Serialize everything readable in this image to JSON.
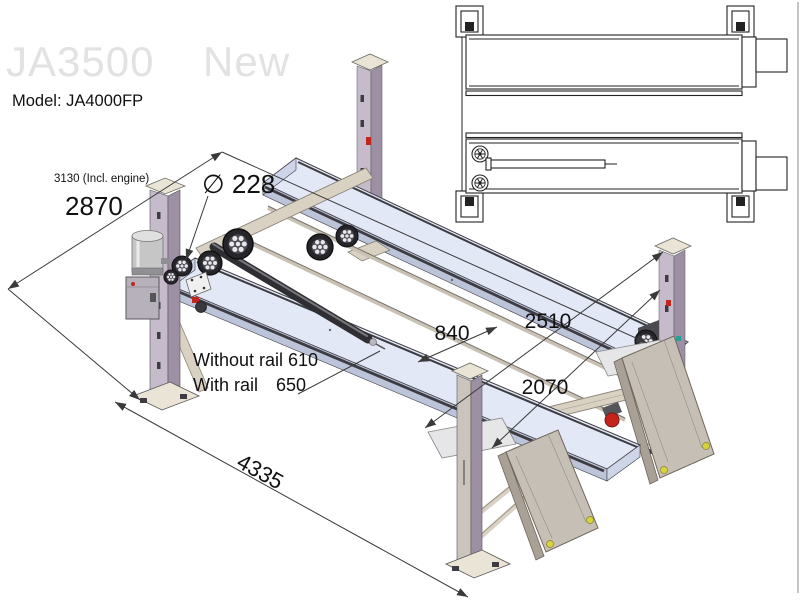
{
  "watermark": {
    "text_left": "JA3500",
    "text_right": "New"
  },
  "header": {
    "model_label": "Model: JA4000FP"
  },
  "dimensions": {
    "overall_height_incl_engine": "3130 (Incl. engine)",
    "column_height": "2870",
    "pulley_diameter": "∅ 228",
    "runway_gap": "840",
    "overall_width": "2510",
    "drive_through_width": "2070",
    "runway_height_without_rail": "Without rail 610",
    "runway_height_with_rail_label": "With rail",
    "runway_height_with_rail_value": "650",
    "overall_length": "4335"
  },
  "colors": {
    "watermark": "#e2e2e2",
    "text": "#111111",
    "dim_line": "#3a3a3a",
    "outline": "#222222",
    "post": "#c6bbca",
    "post_side": "#9d90a5",
    "post_light": "#cac4bc",
    "cap": "#eae4d6",
    "runway": "#e3e8f6",
    "runway_edge": "#bcc4da",
    "runway_end": "#ced5e8",
    "beam": "#d9d2c3",
    "ramp": "#c6bfb5",
    "ramp_side": "#a9a096",
    "metal_dark": "#3c3c42",
    "silver": "#c6c6c6",
    "motor_box": "#b7b1bb",
    "accent_red": "#c3251d",
    "accent_yellow": "#d8d33c",
    "accent_teal": "#2aa198"
  }
}
